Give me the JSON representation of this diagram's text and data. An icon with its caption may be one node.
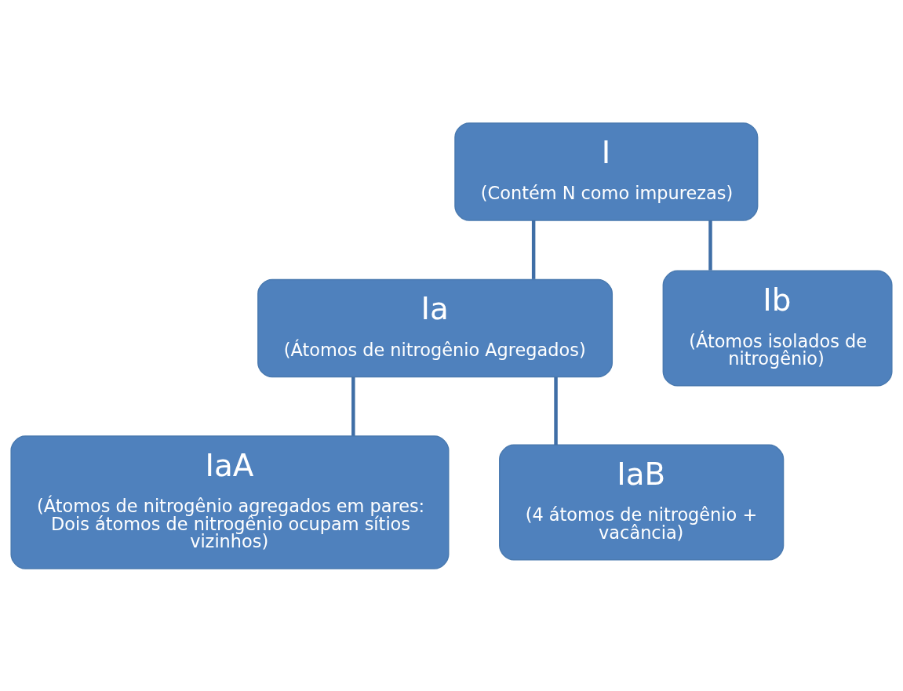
{
  "diagram": {
    "nodes": [
      {
        "text": [
          "I",
          "(Contém N como impurezas)"
        ]
      },
      {
        "text": [
          "Ia",
          "(Átomos de nitrogênio Agregados)"
        ]
      },
      {
        "text": [
          "Ib",
          "(Átomos isolados de nitrogênio)"
        ]
      },
      {
        "text": [
          "IaA",
          "(Átomos de nitrogênio agregados em pares: Dois átomos de nitrogênio ocupam sítios vizinhos)"
        ]
      },
      {
        "text": [
          "IaB",
          "(4 átomos de nitrogênio + vacância)"
        ]
      }
    ],
    "edges": [
      {
        "from": 0,
        "to": 1,
        "arrow": "none"
      },
      {
        "from": 0,
        "to": 2,
        "arrow": "none"
      },
      {
        "from": 1,
        "to": 3,
        "arrow": "none"
      },
      {
        "from": 1,
        "to": 4,
        "arrow": "none"
      }
    ]
  }
}
